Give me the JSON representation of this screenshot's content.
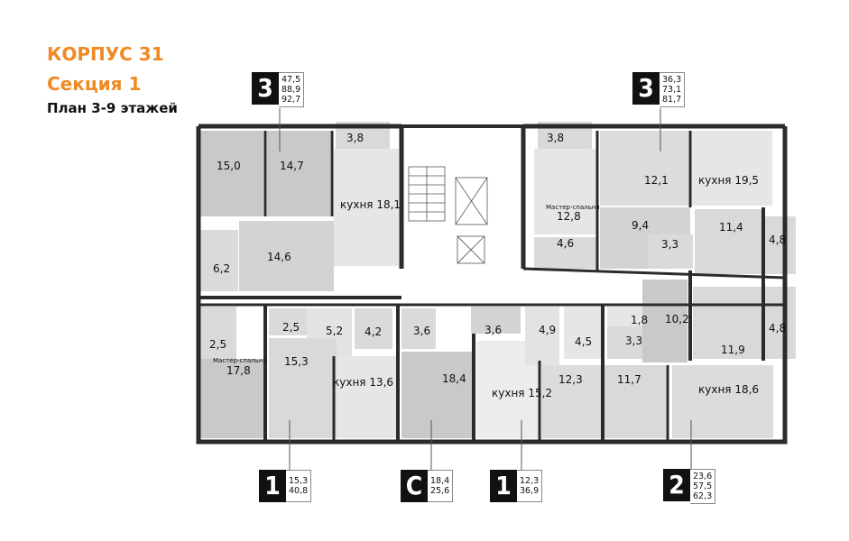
{
  "header": {
    "building": "КОРПУС 31",
    "section": "Секция 1",
    "plan": "План 3-9 этажей"
  },
  "colors": {
    "accent": "#f08a24",
    "wall": "#2b2b2b",
    "room_fill": "#d9d9d9",
    "room_fill_dark": "#c6c6c6",
    "room_fill_light": "#ececec",
    "tag_bg": "#111111"
  },
  "apartments": [
    {
      "id": "apt-3-left",
      "rooms": "3",
      "areas": [
        "47,5",
        "88,9",
        "92,7"
      ]
    },
    {
      "id": "apt-3-right",
      "rooms": "3",
      "areas": [
        "36,3",
        "73,1",
        "81,7"
      ]
    },
    {
      "id": "apt-1-left",
      "rooms": "1",
      "areas": [
        "15,3",
        "40,8"
      ]
    },
    {
      "id": "apt-studio",
      "rooms": "С",
      "areas": [
        "18,4",
        "25,6"
      ]
    },
    {
      "id": "apt-1-right",
      "rooms": "1",
      "areas": [
        "12,3",
        "36,9"
      ]
    },
    {
      "id": "apt-2",
      "rooms": "2",
      "areas": [
        "23,6",
        "57,5",
        "62,3"
      ]
    }
  ],
  "rooms": {
    "r150": "15,0",
    "r147": "14,7",
    "r38a": "3,8",
    "kitchen181": "кухня 18,1",
    "r146": "14,6",
    "r62": "6,2",
    "r38b": "3,8",
    "master128_label": "Мастер-спальня",
    "r128": "12,8",
    "r46": "4,6",
    "r121": "12,1",
    "kitchen195": "кухня 19,5",
    "r94": "9,4",
    "r33a": "3,3",
    "r114": "11,4",
    "r48a": "4,8",
    "r25a": "2,5",
    "r52": "5,2",
    "r42": "4,2",
    "r36a": "3,6",
    "r36b": "3,6",
    "r49": "4,9",
    "r18": "1,8",
    "r102": "10,2",
    "r48b": "4,8",
    "r25b": "2,5",
    "master178_label": "Мастер-спальня",
    "r178": "17,8",
    "r153": "15,3",
    "kitchen136": "кухня 13,6",
    "r184": "18,4",
    "kitchen152": "кухня 15,2",
    "r45": "4,5",
    "r33b": "3,3",
    "r123": "12,3",
    "r117": "11,7",
    "r119": "11,9",
    "kitchen186": "кухня 18,6"
  }
}
